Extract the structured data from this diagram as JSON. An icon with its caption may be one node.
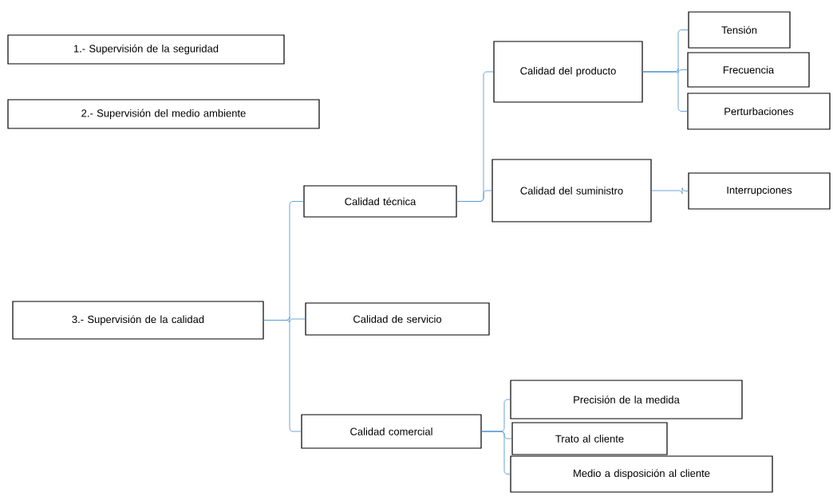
{
  "diagram": {
    "nodes": [
      {
        "text": [
          "1.- Supervisión de la seguridad"
        ]
      },
      {
        "text": [
          "2.- Supervisión del medio ambiente"
        ]
      },
      {
        "text": [
          "3.- Supervisión de la calidad"
        ]
      },
      {
        "text": [
          "Calidad técnica"
        ]
      },
      {
        "text": [
          "Calidad de servicio"
        ]
      },
      {
        "text": [
          "Calidad comercial"
        ]
      },
      {
        "text": [
          "Calidad del producto"
        ]
      },
      {
        "text": [
          "Calidad del suministro"
        ]
      },
      {
        "text": [
          "Tensión"
        ]
      },
      {
        "text": [
          "Frecuencia"
        ]
      },
      {
        "text": [
          "Perturbaciones"
        ]
      },
      {
        "text": [
          "Interrupciones"
        ]
      },
      {
        "text": [
          "Precisión de la medida"
        ]
      },
      {
        "text": [
          "Trato al cliente"
        ]
      },
      {
        "text": [
          "Medio a disposición al cliente"
        ]
      }
    ],
    "edges": [
      {
        "from": 2,
        "to": 3,
        "arrow": "none"
      },
      {
        "from": 2,
        "to": 4,
        "arrow": "none"
      },
      {
        "from": 2,
        "to": 5,
        "arrow": "none"
      },
      {
        "from": 3,
        "to": 6,
        "arrow": "none"
      },
      {
        "from": 3,
        "to": 7,
        "arrow": "none"
      },
      {
        "from": 6,
        "to": 8,
        "arrow": "none"
      },
      {
        "from": 6,
        "to": 9,
        "arrow": "none"
      },
      {
        "from": 6,
        "to": 10,
        "arrow": "none"
      },
      {
        "from": 7,
        "to": 11,
        "arrow": "none"
      },
      {
        "from": 5,
        "to": 12,
        "arrow": "none"
      },
      {
        "from": 5,
        "to": 13,
        "arrow": "none"
      },
      {
        "from": 5,
        "to": 14,
        "arrow": "none"
      }
    ]
  }
}
